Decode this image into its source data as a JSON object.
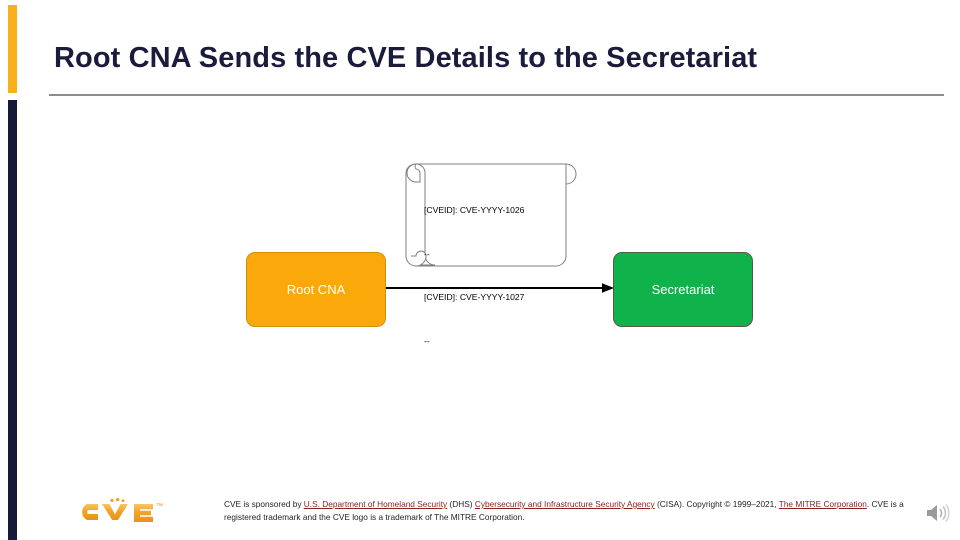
{
  "slide": {
    "title": "Root CNA Sends the CVE Details to the Secretariat",
    "accent_amber_color": "#f8b01c",
    "accent_navy_color": "#161a38",
    "rule_color": "#8d8d8d"
  },
  "diagram": {
    "note": {
      "shape": "vertical-scroll",
      "lines": [
        "[CVEID]: CVE-YYYY-1026",
        "--",
        "[CVEID]: CVE-YYYY-1027",
        "--"
      ]
    },
    "nodes": [
      {
        "id": "root-cna",
        "label": "Root CNA",
        "fill": "#fba90a",
        "stroke": "#d18f08",
        "text_color": "#ffffff"
      },
      {
        "id": "secretariat",
        "label": "Secretariat",
        "fill": "#10b24b",
        "stroke": "#58584a",
        "text_color": "#ffffff"
      }
    ],
    "connector": {
      "from": "root-cna",
      "to": "secretariat",
      "style": "arrow",
      "color": "#000000"
    }
  },
  "logo": {
    "name": "cve-logo",
    "text": "CVE",
    "trademark": "™",
    "color": "#f0a830"
  },
  "footer": {
    "line1_prefix": "CVE is sponsored by ",
    "link_dhs": "U.S. Department of Homeland Security",
    "line1_mid1": " (DHS) ",
    "link_cisa": "Cybersecurity and Infrastructure Security Agency",
    "line1_mid2": " (CISA). Copyright © 1999–2021, ",
    "link_mitre": "The MITRE Corporation",
    "line2_suffix": ". CVE is a registered trademark and the CVE logo is a trademark of The MITRE Corporation.",
    "link_color": "#8b2020"
  },
  "media": {
    "speaker_icon": "speaker-icon"
  }
}
